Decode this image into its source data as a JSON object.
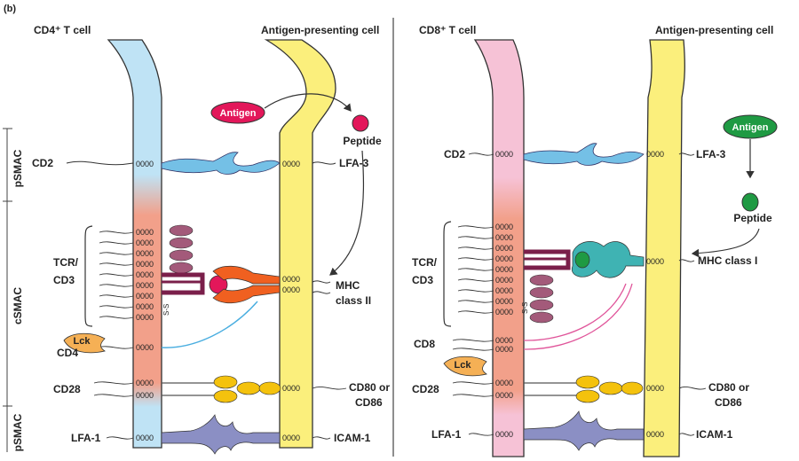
{
  "panel_label": "(b)",
  "left": {
    "t_cell": "CD4⁺ T cell",
    "apc": "Antigen-presenting cell",
    "antigen": "Antigen",
    "peptide": "Peptide",
    "cd2": "CD2",
    "lfa3": "LFA-3",
    "tcr": "TCR/",
    "cd3": "CD3",
    "mhc_line1": "MHC",
    "mhc_line2": "class II",
    "lck": "Lck",
    "coreceptor": "CD4",
    "cd28": "CD28",
    "cd80_line1": "CD80 or",
    "cd80_line2": "CD86",
    "lfa1": "LFA-1",
    "icam1": "ICAM-1",
    "psmac_top": "pSMAC",
    "csmac": "cSMAC",
    "psmac_bottom": "pSMAC"
  },
  "right": {
    "t_cell": "CD8⁺ T cell",
    "apc": "Antigen-presenting cell",
    "antigen": "Antigen",
    "peptide": "Peptide",
    "cd2": "CD2",
    "lfa3": "LFA-3",
    "tcr": "TCR/",
    "cd3": "CD3",
    "mhc": "MHC class I",
    "coreceptor": "CD8",
    "lck": "Lck",
    "cd28": "CD28",
    "cd80_line1": "CD80 or",
    "cd80_line2": "CD86",
    "lfa1": "LFA-1",
    "icam1": "ICAM-1"
  },
  "colors": {
    "cd4_cell": "#bfe3f5",
    "cd8_cell": "#f6c2d6",
    "csmac_zone": "#f2a08a",
    "apc_cell": "#fbef7c",
    "antigen_left": "#e3175a",
    "antigen_right": "#1f9a43",
    "tcr": "#7a1f4a",
    "cd3": "#a35a7a",
    "mhc_ii": "#f06020",
    "mhc_i": "#3fb3b3",
    "cd2_lfa3": "#74c0e6",
    "cd28_cd80": "#f4c20d",
    "lfa1_icam1": "#8b8fc4",
    "lck": "#f5b055",
    "coreceptor_link_left": "#4aaee0",
    "coreceptor_link_right": "#e0559a"
  }
}
